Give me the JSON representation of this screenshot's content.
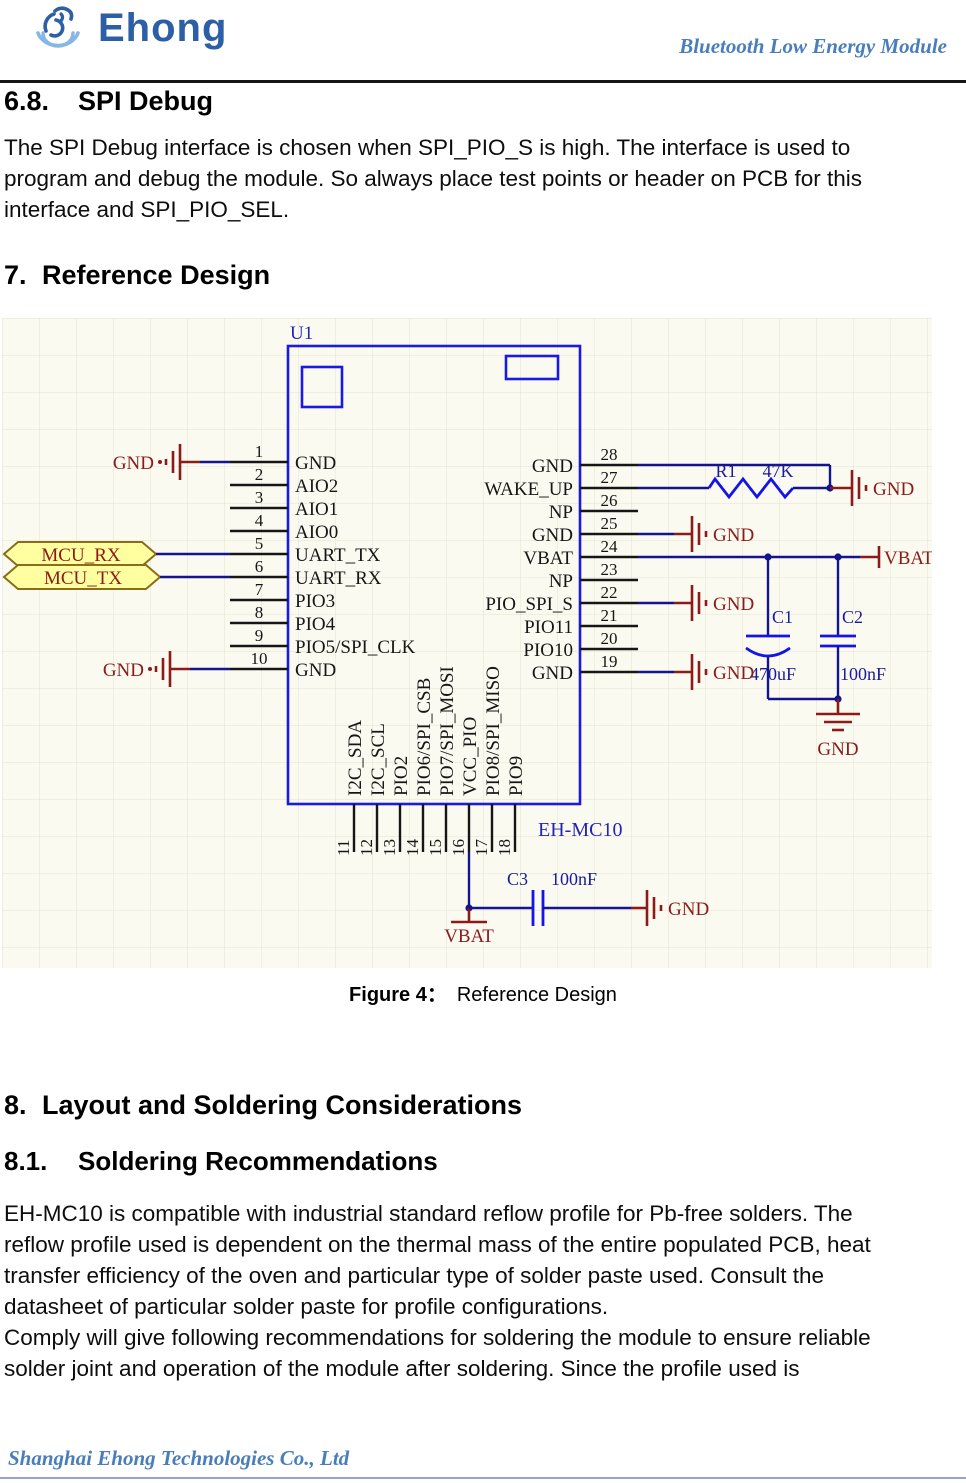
{
  "header": {
    "brand": "Ehong",
    "product": "Bluetooth Low Energy Module"
  },
  "sections": {
    "s68": {
      "number": "6.8.",
      "title": "SPI Debug",
      "body": "The SPI Debug interface is chosen when SPI_PIO_S is high. The interface is used to\nprogram and debug the module. So always place test points or header on PCB for this\ninterface and SPI_PIO_SEL."
    },
    "s7": {
      "number": "7.",
      "title": "Reference Design"
    },
    "s8": {
      "number": "8.",
      "title": "Layout and Soldering Considerations"
    },
    "s81": {
      "number": "8.1.",
      "title": "Soldering Recommendations",
      "body": "EH-MC10 is compatible with industrial standard reflow profile for Pb-free solders. The\nreflow profile used is dependent on the thermal mass of the entire populated PCB, heat\ntransfer efficiency of the oven and particular type of solder paste used. Consult the\ndatasheet of particular solder paste for profile configurations.\nComply will give following recommendations for soldering the module to ensure reliable\nsolder joint and operation of the module after soldering. Since the profile used is"
    }
  },
  "figure": {
    "label": "Figure 4：",
    "caption": "Reference Design"
  },
  "footer": {
    "company": "Shanghai Ehong Technologies Co., Ltd"
  },
  "schematic": {
    "designator": "U1",
    "part": "EH-MC10",
    "left_pins": [
      {
        "num": "1",
        "name": "GND"
      },
      {
        "num": "2",
        "name": "AIO2"
      },
      {
        "num": "3",
        "name": "AIO1"
      },
      {
        "num": "4",
        "name": "AIO0"
      },
      {
        "num": "5",
        "name": "UART_TX"
      },
      {
        "num": "6",
        "name": "UART_RX"
      },
      {
        "num": "7",
        "name": "PIO3"
      },
      {
        "num": "8",
        "name": "PIO4"
      },
      {
        "num": "9",
        "name": "PIO5/SPI_CLK"
      },
      {
        "num": "10",
        "name": "GND"
      }
    ],
    "right_pins": [
      {
        "num": "28",
        "name": "GND"
      },
      {
        "num": "27",
        "name": "WAKE_UP"
      },
      {
        "num": "26",
        "name": "NP"
      },
      {
        "num": "25",
        "name": "GND"
      },
      {
        "num": "24",
        "name": "VBAT"
      },
      {
        "num": "23",
        "name": "NP"
      },
      {
        "num": "22",
        "name": "PIO_SPI_S"
      },
      {
        "num": "21",
        "name": "PIO11"
      },
      {
        "num": "20",
        "name": "PIO10"
      },
      {
        "num": "19",
        "name": "GND"
      }
    ],
    "bottom_pins": [
      {
        "num": "11",
        "name": "I2C_SDA"
      },
      {
        "num": "12",
        "name": "I2C_SCL"
      },
      {
        "num": "13",
        "name": "PIO2"
      },
      {
        "num": "14",
        "name": "PIO6/SPI_CSB"
      },
      {
        "num": "15",
        "name": "PIO7/SPI_MOSI"
      },
      {
        "num": "16",
        "name": "VCC_PIO"
      },
      {
        "num": "17",
        "name": "PIO8/SPI_MISO"
      },
      {
        "num": "18",
        "name": "PIO9"
      }
    ],
    "net_flags": [
      "MCU_RX",
      "MCU_TX"
    ],
    "net_labels": {
      "gnd": "GND",
      "vbat": "VBAT"
    },
    "components": [
      {
        "ref": "R1",
        "value": "47K"
      },
      {
        "ref": "C1",
        "value": "470uF"
      },
      {
        "ref": "C2",
        "value": "100nF"
      },
      {
        "ref": "C3",
        "value": "100nF"
      }
    ],
    "colors": {
      "accent_blue": "#4a7ebb",
      "logo_blue": "#2d5fa6",
      "schematic_bg": "#fbfaf0",
      "grid": "#e3e1d2",
      "wire": "#14148c",
      "component": "#1414e6",
      "chip_outline": "#1a1ae0",
      "net_label": "#8b1a1a",
      "flag_fill": "#ffffa0",
      "flag_border": "#8a6d1a",
      "pin": "#161616"
    }
  }
}
